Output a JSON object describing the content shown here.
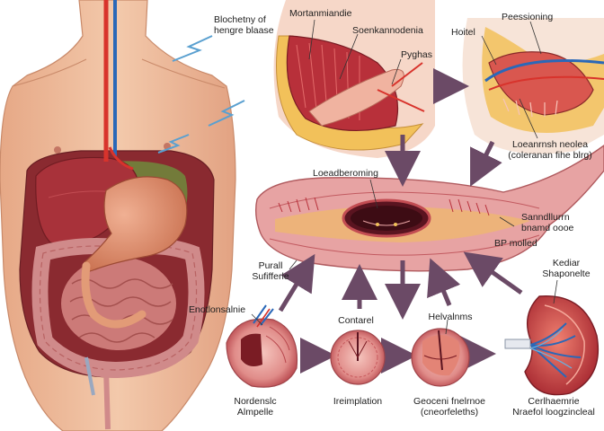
{
  "labels": {
    "biochemistry_line1": "Blochetny of",
    "biochemistry_line2": "hengre blaase",
    "mucosa": "Mortanmiandie",
    "submucosa": "Soenkannodenia",
    "pylorus": "Pyghas",
    "processing": "Peessioning",
    "hotel": "Hoitel",
    "cross_section_line1": "Loeanrnsh neolea",
    "cross_section_line2": "(coleranan fihe blrg)",
    "longitudinal": "Loeadberoming",
    "serosa_line1": "Sanndllurrn",
    "serosa_line2": "bnamd oooe",
    "bp_method": "BP molled",
    "pural_line1": "Purall",
    "pural_line2": "Sufifferle",
    "kidney_line1": "Kediar",
    "kidney_line2": "Shaponelte",
    "enteric": "Enotlonsalnie",
    "control": "Contarel",
    "helvetians": "Helvalnms",
    "nordic_line1": "Nordenslc",
    "nordic_line2": "Almpelle",
    "implantation": "Ireimplation",
    "growth_line1": "Geoceni fnelrnoe",
    "growth_line2": "(cneorfeleths)",
    "cortical_line1": "Cerlhaemrie",
    "cortical_line2": "Nraefol loogzincleal"
  },
  "colors": {
    "skin": "#efc0a0",
    "skin_shade": "#d99a7a",
    "tissue_pink": "#e7a3a3",
    "tissue_dark": "#b8303a",
    "liver": "#a8323a",
    "stomach": "#d98a6a",
    "intestine": "#cc7a78",
    "artery": "#d8332c",
    "vein": "#2a68b8",
    "fat": "#f2c15a",
    "arrow": "#6b4a66",
    "lightning": "#5aa0d0"
  }
}
